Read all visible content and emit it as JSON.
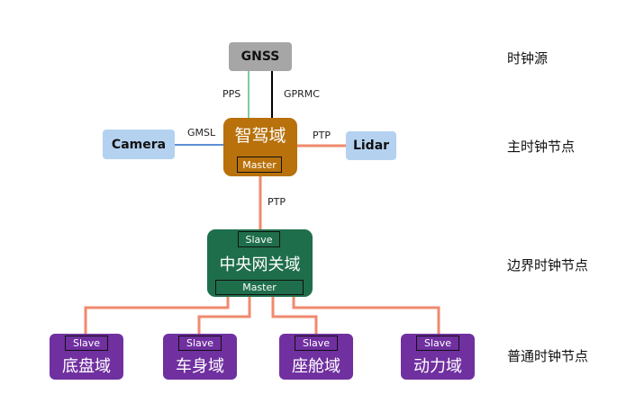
{
  "nodes": {
    "gnss": "GNSS",
    "camera": "Camera",
    "lidar": "Lidar",
    "smart_drive": {
      "title": "智驾域",
      "tag": "Master"
    },
    "gateway": {
      "title": "中央网关域",
      "tag_top": "Slave",
      "tag_bottom": "Master"
    },
    "domains": [
      {
        "title": "底盘域",
        "tag": "Slave"
      },
      {
        "title": "车身域",
        "tag": "Slave"
      },
      {
        "title": "座舱域",
        "tag": "Slave"
      },
      {
        "title": "动力域",
        "tag": "Slave"
      }
    ]
  },
  "links": {
    "pps": "PPS",
    "gprmc": "GPRMC",
    "gmsl": "GMSL",
    "ptp_lidar": "PTP",
    "ptp_gateway": "PTP"
  },
  "tiers": {
    "clock_source": "时钟源",
    "master_clock": "主时钟节点",
    "boundary_clock": "边界时钟节点",
    "ordinary_clock": "普通时钟节点"
  },
  "colors": {
    "pps_line": "#7ecba1",
    "gprmc_line": "#000000",
    "gmsl_line": "#5b8fd6",
    "ptp_line": "#f08a6e"
  }
}
